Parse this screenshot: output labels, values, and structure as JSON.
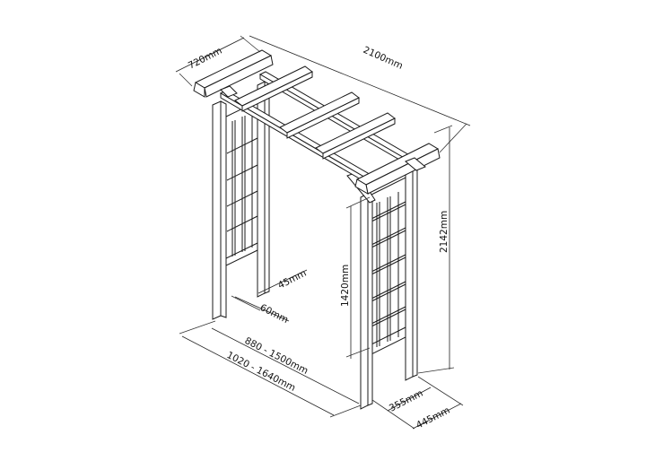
{
  "diagram": {
    "subject": "Garden pergola arch with trellis side panels (isometric dimensioned drawing)",
    "dimensions": {
      "depth_top": "720mm",
      "length_top": "2100mm",
      "overall_height": "2142mm",
      "trellis_height": "1420mm",
      "post_width": "45mm",
      "post_depth": "60mm",
      "inner_width_range": "880 - 1500mm",
      "outer_width_range": "1020 - 1640mm",
      "base_inner_depth": "355mm",
      "base_outer_depth": "445mm"
    },
    "colors": {
      "line": "#1a1a1a",
      "background": "#ffffff"
    }
  }
}
